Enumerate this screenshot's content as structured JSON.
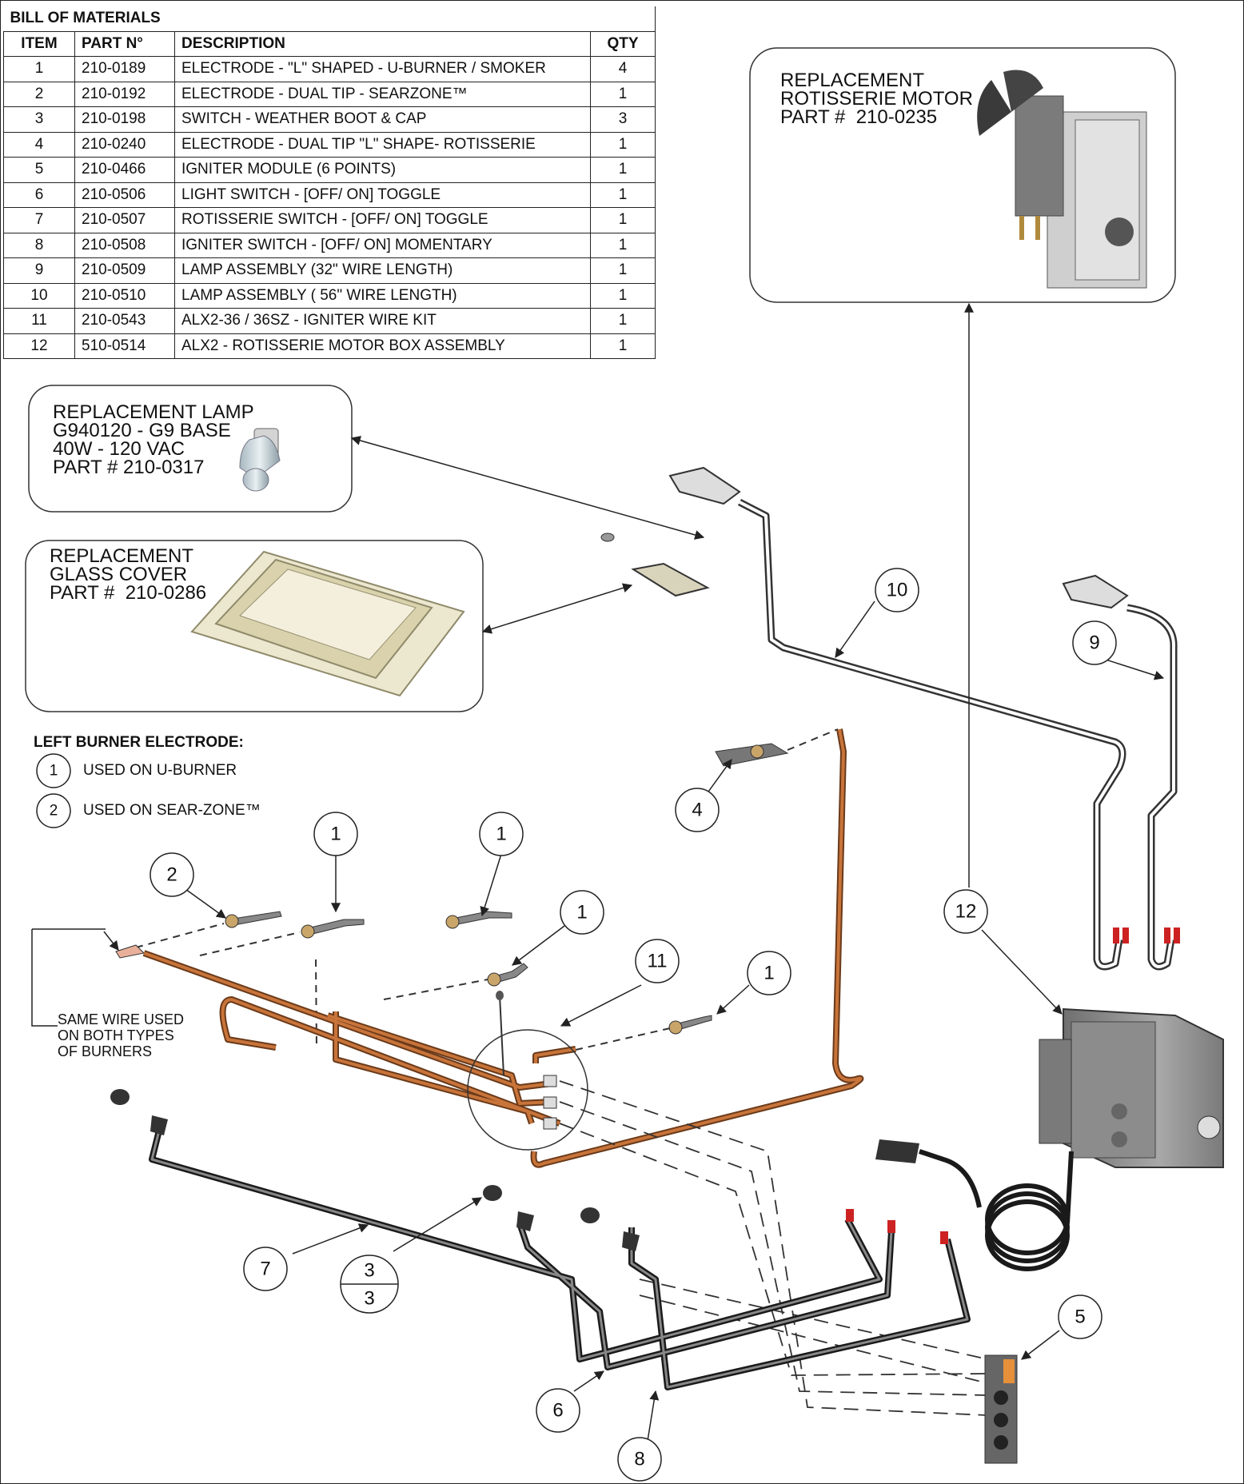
{
  "bom": {
    "title": "BILL OF MATERIALS",
    "headers": {
      "item": "ITEM",
      "part": "PART N°",
      "description": "DESCRIPTION",
      "qty": "QTY"
    },
    "rows": [
      {
        "item": "1",
        "part": "210-0189",
        "description": "ELECTRODE - \"L\" SHAPED - U-BURNER / SMOKER",
        "qty": "4"
      },
      {
        "item": "2",
        "part": "210-0192",
        "description": "ELECTRODE - DUAL TIP - SEARZONE™",
        "qty": "1"
      },
      {
        "item": "3",
        "part": "210-0198",
        "description": "SWITCH - WEATHER BOOT & CAP",
        "qty": "3"
      },
      {
        "item": "4",
        "part": "210-0240",
        "description": "ELECTRODE - DUAL TIP \"L\" SHAPE- ROTISSERIE",
        "qty": "1"
      },
      {
        "item": "5",
        "part": "210-0466",
        "description": "IGNITER MODULE (6 POINTS)",
        "qty": "1"
      },
      {
        "item": "6",
        "part": "210-0506",
        "description": "LIGHT SWITCH - [OFF/ ON] TOGGLE",
        "qty": "1"
      },
      {
        "item": "7",
        "part": "210-0507",
        "description": "ROTISSERIE SWITCH - [OFF/ ON] TOGGLE",
        "qty": "1"
      },
      {
        "item": "8",
        "part": "210-0508",
        "description": "IGNITER SWITCH - [OFF/ ON] MOMENTARY",
        "qty": "1"
      },
      {
        "item": "9",
        "part": "210-0509",
        "description": "LAMP ASSEMBLY (32\" WIRE LENGTH)",
        "qty": "1"
      },
      {
        "item": "10",
        "part": "210-0510",
        "description": "LAMP ASSEMBLY ( 56\" WIRE LENGTH)",
        "qty": "1"
      },
      {
        "item": "11",
        "part": "210-0543",
        "description": "ALX2-36 / 36SZ - IGNITER WIRE KIT",
        "qty": "1"
      },
      {
        "item": "12",
        "part": "510-0514",
        "description": "ALX2 - ROTISSERIE MOTOR BOX ASSEMBLY",
        "qty": "1"
      }
    ]
  },
  "replacement_boxes": {
    "motor": "REPLACEMENT\nROTISSERIE MOTOR\nPART #  210-0235",
    "lamp": "REPLACEMENT LAMP\nG940120 - G9 BASE\n40W - 120 VAC\nPART # 210-0317",
    "glass": "REPLACEMENT\nGLASS COVER\nPART #  210-0286"
  },
  "legend": {
    "title": "LEFT BURNER ELECTRODE:",
    "items": [
      {
        "num": "1",
        "label": "USED ON U-BURNER"
      },
      {
        "num": "2",
        "label": "USED ON SEAR-ZONE™"
      }
    ]
  },
  "note": "SAME WIRE USED\nON BOTH TYPES\nOF BURNERS",
  "callouts": {
    "c10": "10",
    "c9": "9",
    "c4": "4",
    "c12": "12",
    "c2": "2",
    "c1a": "1",
    "c1b": "1",
    "c1c": "1",
    "c1d": "1",
    "c11": "11",
    "c7": "7",
    "c3top": "3",
    "c3bot": "3",
    "c5": "5",
    "c6": "6",
    "c8": "8"
  },
  "colors": {
    "copper_wire": "#c8743a",
    "black_wire": "#222222",
    "lamp_wire": "#333333",
    "motor_box": "#8a8a8a"
  }
}
